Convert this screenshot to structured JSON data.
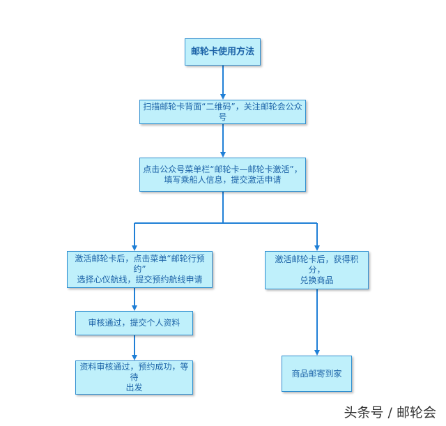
{
  "flowchart": {
    "nodes": {
      "title": "邮轮卡使用方法",
      "step1": "扫描邮轮卡背面“二维码”，关注邮轮会公众号",
      "step2": "点击公众号菜单栏“邮轮卡—邮轮卡激活”，\n填写乘船人信息，提交激活申请",
      "left1": "激活邮轮卡后，点击菜单“邮轮行预约”\n选择心仪航线，提交预约航线申请",
      "left2": "审核通过，提交个人资料",
      "left3": "资料审核通过，预约成功，等待\n出发",
      "right1": "激活邮轮卡后，获得积分，\n兑换商品",
      "right2": "商品邮寄到家"
    }
  },
  "watermark": "头条号 / 邮轮会",
  "colors": {
    "box_fill": "#bff0fb",
    "box_border": "#2f8fd0",
    "text": "#1b62a7",
    "connector": "#1f7fd6"
  }
}
